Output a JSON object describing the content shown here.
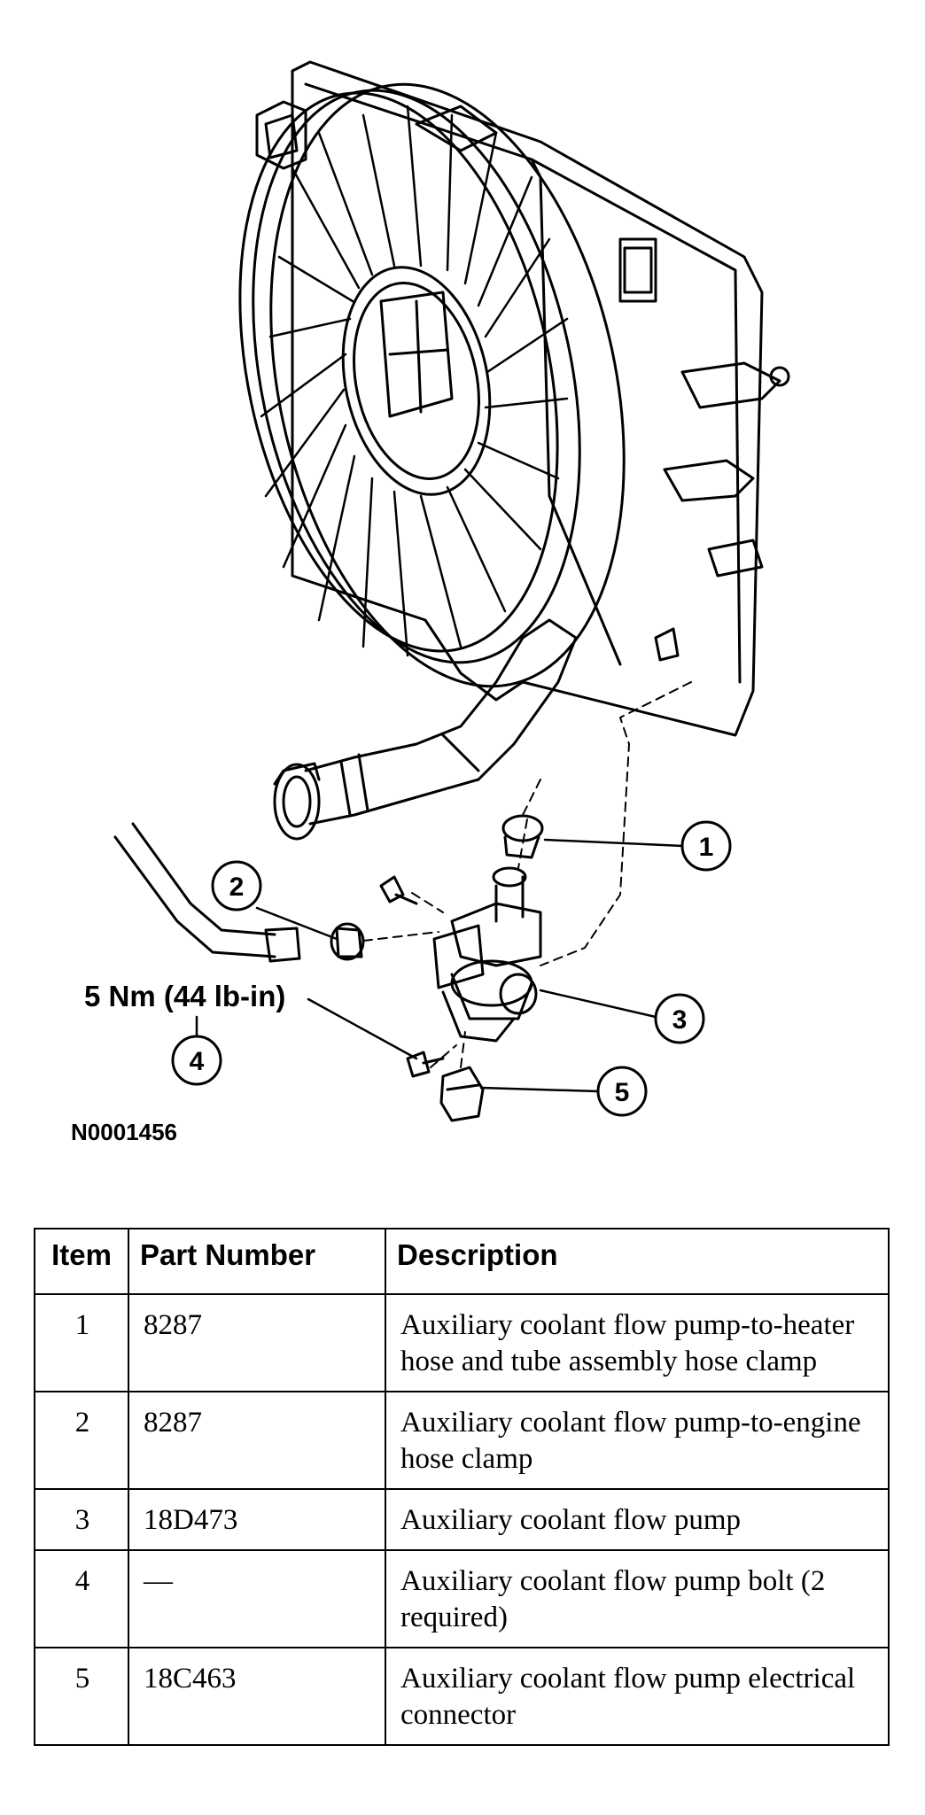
{
  "diagram": {
    "callouts": [
      "1",
      "2",
      "3",
      "4",
      "5"
    ],
    "torque_label": "5 Nm (44 lb-in)",
    "figure_id": "N0001456"
  },
  "table": {
    "headers": {
      "item": "Item",
      "part_number": "Part Number",
      "description": "Description"
    },
    "rows": [
      {
        "item": "1",
        "part_number": "8287",
        "description": "Auxiliary coolant flow pump-to-heater hose and tube assembly hose clamp"
      },
      {
        "item": "2",
        "part_number": "8287",
        "description": "Auxiliary coolant flow pump-to-engine hose clamp"
      },
      {
        "item": "3",
        "part_number": "18D473",
        "description": "Auxiliary coolant flow pump"
      },
      {
        "item": "4",
        "part_number": "—",
        "description": "Auxiliary coolant flow pump bolt (2 required)"
      },
      {
        "item": "5",
        "part_number": "18C463",
        "description": "Auxiliary coolant flow pump electrical connector"
      }
    ]
  }
}
